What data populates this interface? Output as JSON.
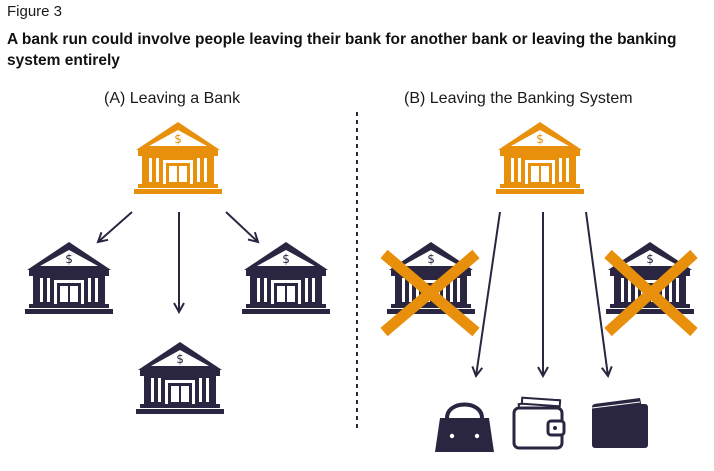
{
  "figure": {
    "label": "Figure 3",
    "title": "A bank run could involve people leaving their bank for another bank or leaving the banking system entirely"
  },
  "panels": {
    "a": {
      "title": "(A) Leaving a Bank"
    },
    "b": {
      "title": "(B) Leaving the Banking System"
    }
  },
  "colors": {
    "orange": "#E8900C",
    "navy": "#2A2540",
    "text": "#111111"
  },
  "icons": {
    "bank": "bank-icon",
    "cross": "cross-out-icon",
    "handbag": "handbag-icon",
    "cash_wallet": "cash-wallet-icon",
    "wallet": "wallet-icon"
  }
}
